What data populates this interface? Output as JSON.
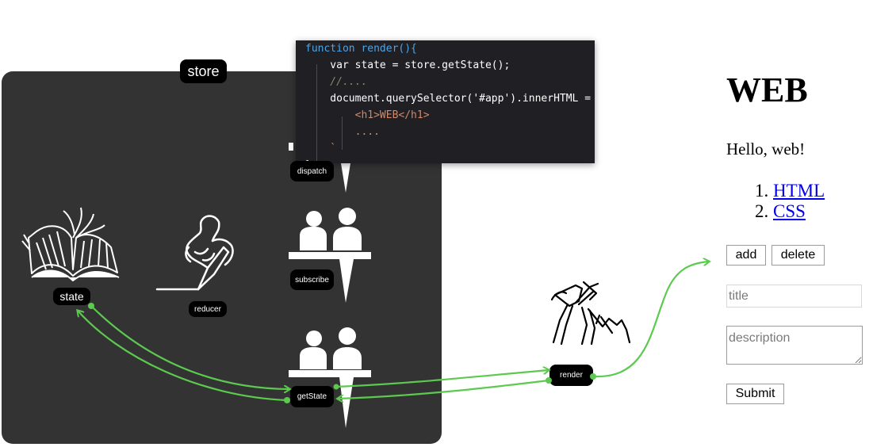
{
  "diagram": {
    "store_label": "store",
    "nodes": {
      "state": "state",
      "reducer": "reducer",
      "dispatch": "dispatch",
      "subscribe": "subscribe",
      "getstate": "getState",
      "render": "render"
    },
    "arrow_color": "#5cc94f",
    "icons": [
      "open-book-icon",
      "writing-hand-icon",
      "desk-people-icon",
      "worker-digging-icon"
    ]
  },
  "code": {
    "lines": [
      "function render(){",
      "    var state = store.getState();",
      "    //....",
      "    document.querySelector('#app').innerHTML = `",
      "        <h1>WEB</h1>",
      "        ....",
      "    `",
      "}"
    ]
  },
  "web": {
    "title": "WEB",
    "text": "Hello, web!",
    "list": [
      {
        "num": "1.",
        "label": "HTML"
      },
      {
        "num": "2.",
        "label": "CSS"
      }
    ],
    "add_label": "add",
    "delete_label": "delete",
    "title_placeholder": "title",
    "description_placeholder": "description",
    "submit_label": "Submit"
  }
}
